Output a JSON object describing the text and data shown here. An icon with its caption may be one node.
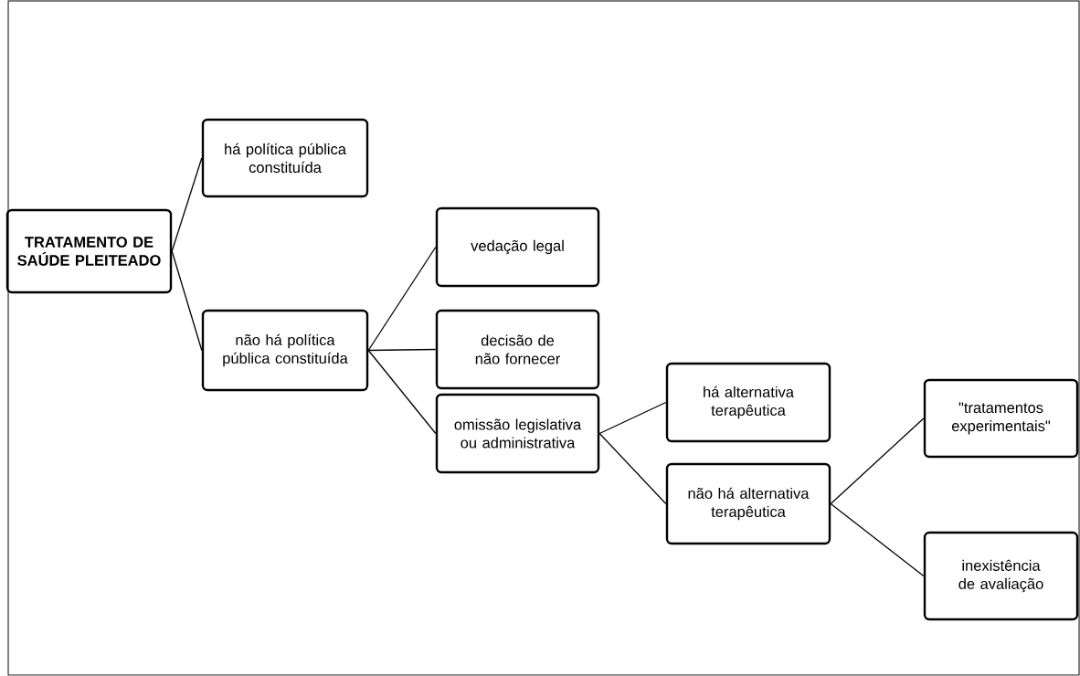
{
  "diagram": {
    "nodes": [
      {
        "text": [
          "TRATAMENTO DE SAÚDE PLEITEADO"
        ]
      },
      {
        "text": [
          "há política pública constituída"
        ]
      },
      {
        "text": [
          "não há política pública constituída"
        ]
      },
      {
        "text": [
          "vedação legal"
        ]
      },
      {
        "text": [
          "decisão de não fornecer"
        ]
      },
      {
        "text": [
          "omissão legislativa ou administrativa"
        ]
      },
      {
        "text": [
          "há alternativa terapêutica"
        ]
      },
      {
        "text": [
          "não há alternativa terapêutica"
        ]
      },
      {
        "text": [
          "\"tratamentos experimentais\""
        ]
      },
      {
        "text": [
          "inexistência de avaliação"
        ]
      }
    ],
    "edges": [
      {
        "from": 0,
        "to": 1,
        "arrow": "none"
      },
      {
        "from": 0,
        "to": 2,
        "arrow": "none"
      },
      {
        "from": 2,
        "to": 3,
        "arrow": "none"
      },
      {
        "from": 2,
        "to": 4,
        "arrow": "none"
      },
      {
        "from": 2,
        "to": 5,
        "arrow": "none"
      },
      {
        "from": 5,
        "to": 6,
        "arrow": "none"
      },
      {
        "from": 5,
        "to": 7,
        "arrow": "none"
      },
      {
        "from": 7,
        "to": 8,
        "arrow": "none"
      },
      {
        "from": 7,
        "to": 9,
        "arrow": "none"
      }
    ]
  }
}
